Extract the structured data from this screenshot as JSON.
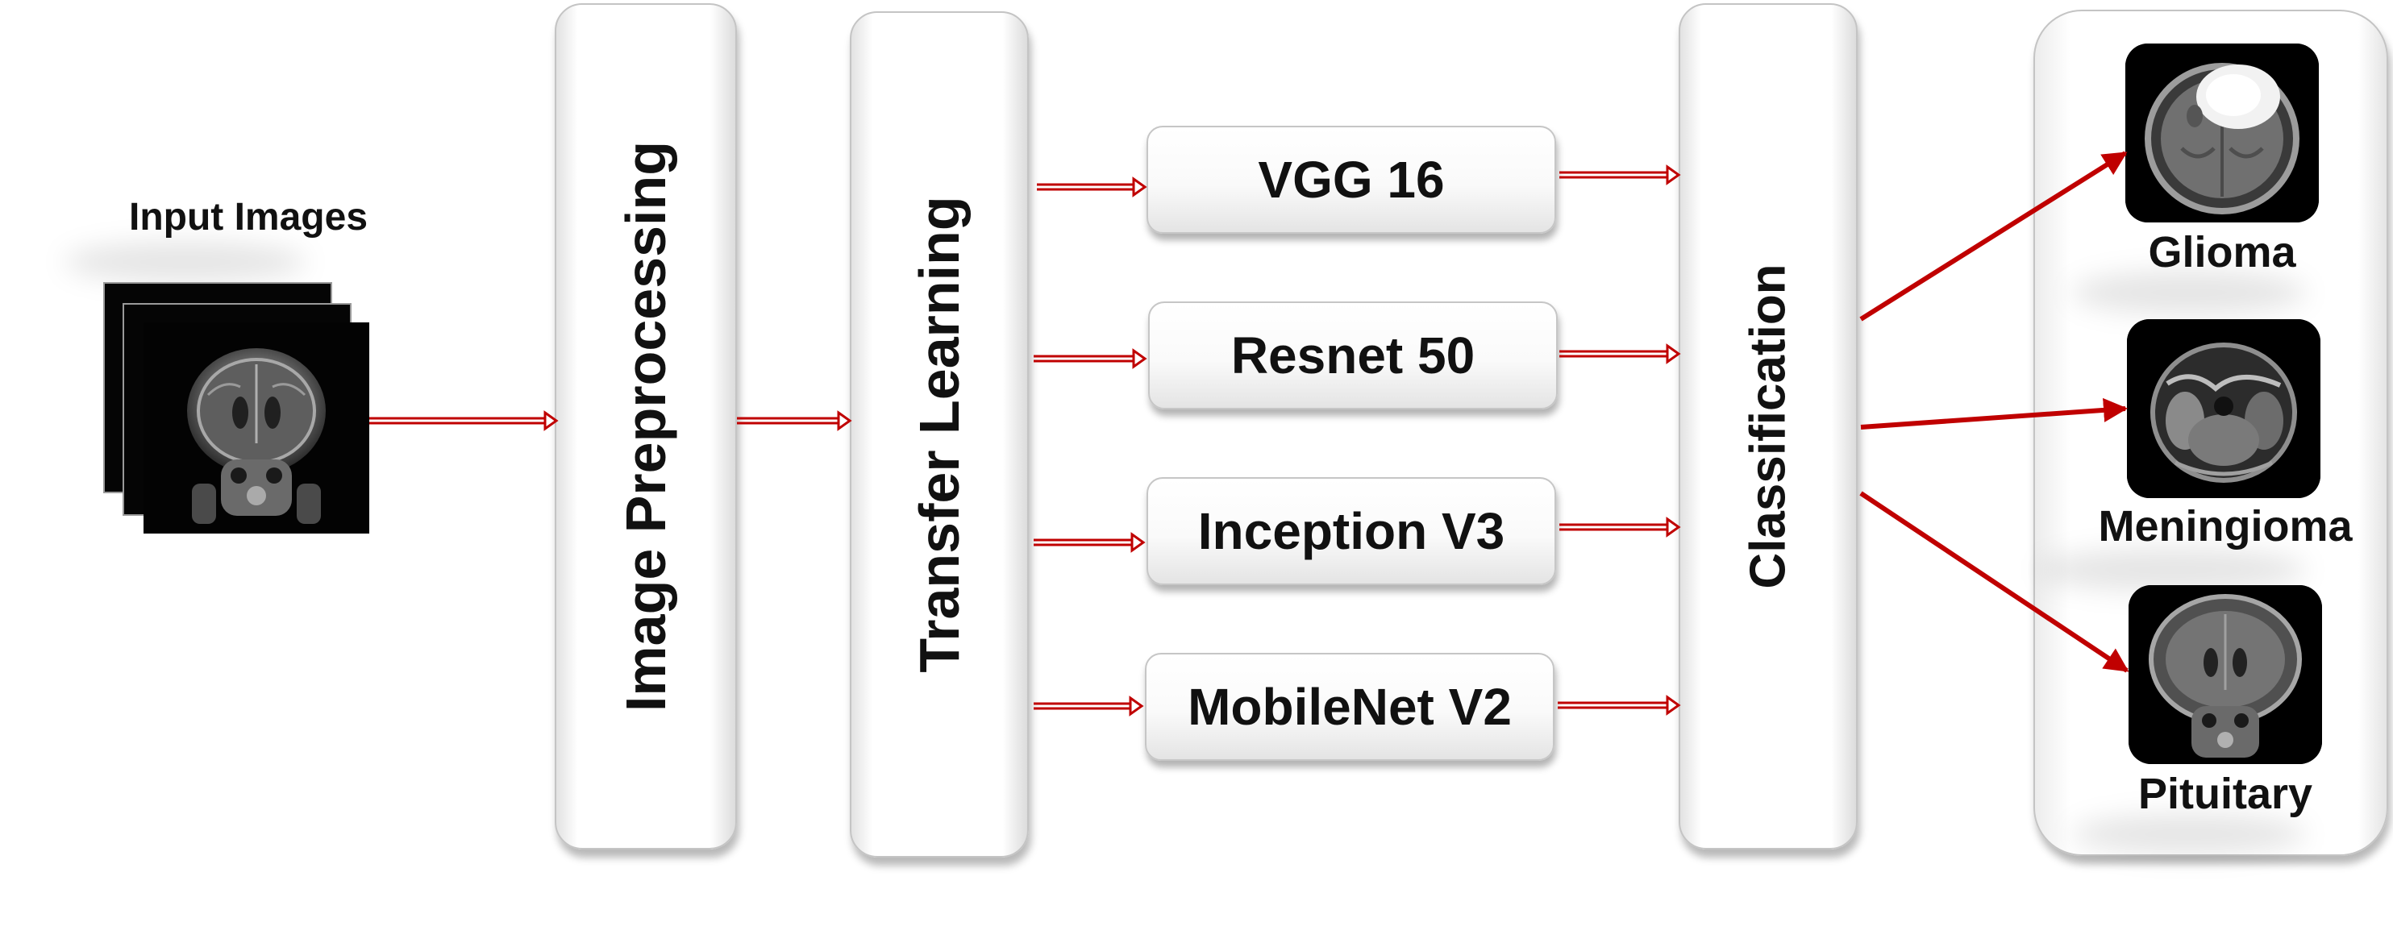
{
  "input": {
    "title": "Input Images"
  },
  "stages": {
    "preprocessing": "Image Preprocessing",
    "transfer_learning": "Transfer Learning",
    "classification": "Classification"
  },
  "models": [
    "VGG 16",
    "Resnet 50",
    "Inception V3",
    "MobileNet V2"
  ],
  "outputs": [
    "Glioma",
    "Meningioma",
    "Pituitary"
  ],
  "colors": {
    "arrow_red": "#c00000",
    "box_border": "#c4c4c4"
  }
}
